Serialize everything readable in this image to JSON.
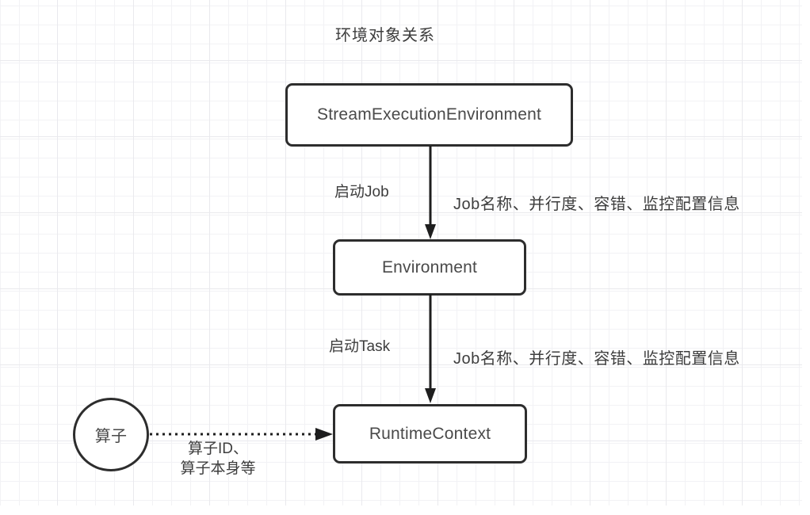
{
  "diagram": {
    "title": "环境对象关系",
    "nodes": {
      "stream_env": {
        "label": "StreamExecutionEnvironment"
      },
      "environment": {
        "label": "Environment"
      },
      "runtime_context": {
        "label": "RuntimeContext"
      },
      "operator": {
        "label": "算子"
      }
    },
    "edges": {
      "start_job": {
        "action": "启动Job",
        "payload": "Job名称、并行度、容错、监控配置信息"
      },
      "start_task": {
        "action": "启动Task",
        "payload": "Job名称、并行度、容错、监控配置信息"
      },
      "operator_to_runtime": {
        "label_line1": "算子ID、",
        "label_line2": "算子本身等"
      }
    },
    "colors": {
      "background": "#ffffff",
      "grid_minor": "#f2f2f5",
      "grid_major": "#e9e9ed",
      "shape_border": "#2d2d2d",
      "shape_text": "#4a4a4a",
      "label_text": "#3d3d3d",
      "arrow": "#1e1e1e"
    }
  }
}
